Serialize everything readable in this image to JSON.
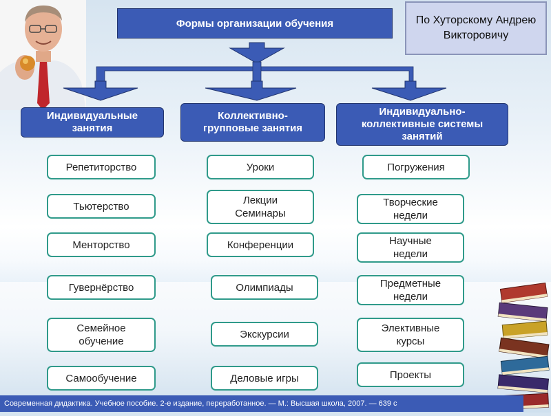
{
  "title": "Формы организации обучения",
  "author": "По Хуторскому Андрею Викторовичу",
  "categories": [
    {
      "label": "Индивидуальные занятия"
    },
    {
      "label": "Коллективно-групповые занятия"
    },
    {
      "label": "Индивидуально-коллективные системы занятий"
    }
  ],
  "columns": [
    [
      "Репетиторство",
      "Тьютерство",
      "Менторство",
      "Гувернёрство",
      "Семейное\nобучение",
      "Самообучение"
    ],
    [
      "Уроки",
      "Лекции\nСеминары",
      "Конференции",
      "Олимпиады",
      "Экскурсии",
      "Деловые игры"
    ],
    [
      "Погружения",
      "Творческие\nнедели",
      "Научные\nнедели",
      "Предметные\nнедели",
      "Элективные\nкурсы",
      "Проекты"
    ]
  ],
  "footer": "Современная дидактика. Учебное пособие. 2-е издание, переработанное. — М.: Высшая школа, 2007. — 639 с",
  "colors": {
    "box_blue": "#3b5bb5",
    "item_border": "#2f9a8a",
    "author_bg": "#cfd6ee"
  },
  "icons": [
    "man-with-apple-photo",
    "books-stack-image"
  ]
}
